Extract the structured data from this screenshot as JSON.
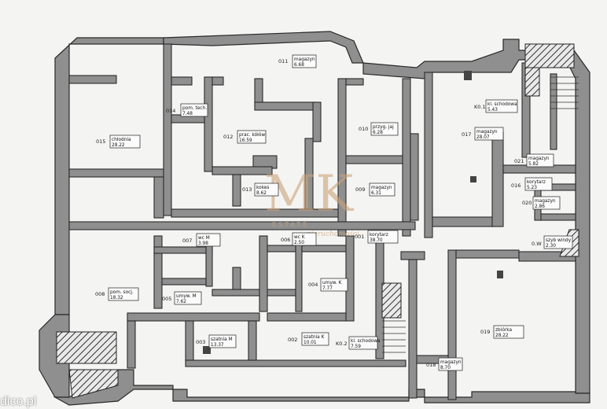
{
  "rooms": [
    {
      "num": "015",
      "name": "chłodnia",
      "area": "28.22"
    },
    {
      "num": "014",
      "name": "pom. tech.",
      "area": "7.48"
    },
    {
      "num": "011",
      "name": "magazyn",
      "area": "6.68"
    },
    {
      "num": "012",
      "name": "prac. kółów",
      "area": "16.59"
    },
    {
      "num": "010",
      "name": "przyg. jaj",
      "area": "6.28"
    },
    {
      "num": "013",
      "name": "kokes",
      "area": "8.62"
    },
    {
      "num": "009",
      "name": "magazyn",
      "area": "6.31"
    },
    {
      "num": "K0.1",
      "name": "kl. schodowa",
      "area": "5.43"
    },
    {
      "num": "017",
      "name": "magazyn",
      "area": "28.07"
    },
    {
      "num": "021",
      "name": "magazyn",
      "area": "5.82"
    },
    {
      "num": "016",
      "name": "korytarz",
      "area": "5.23"
    },
    {
      "num": "020",
      "name": "magazyn",
      "area": "2.86"
    },
    {
      "num": "0.W",
      "name": "szyb windy",
      "area": "2.30"
    },
    {
      "num": "007",
      "name": "wc M",
      "area": "3.98"
    },
    {
      "num": "006",
      "name": "wc K",
      "area": "2.50"
    },
    {
      "num": "001",
      "name": "korytarz",
      "area": "38.70"
    },
    {
      "num": "008",
      "name": "pom. socj.",
      "area": "18.32"
    },
    {
      "num": "005",
      "name": "umyw. M",
      "area": "7.62"
    },
    {
      "num": "004",
      "name": "umyw. K",
      "area": "7.77"
    },
    {
      "num": "003",
      "name": "szatnia M",
      "area": "13.37"
    },
    {
      "num": "002",
      "name": "szatnia K",
      "area": "10.01"
    },
    {
      "num": "K0.2",
      "name": "kl. schodowa",
      "area": "7.59"
    },
    {
      "num": "018",
      "name": "magazyn",
      "area": "8.70"
    },
    {
      "num": "019",
      "name": "zbiórka",
      "area": "28.22"
    }
  ],
  "logo": {
    "mark": "MK",
    "sub": "ESTATE",
    "script": "nieruchomości"
  },
  "watermark": "dico.pl"
}
